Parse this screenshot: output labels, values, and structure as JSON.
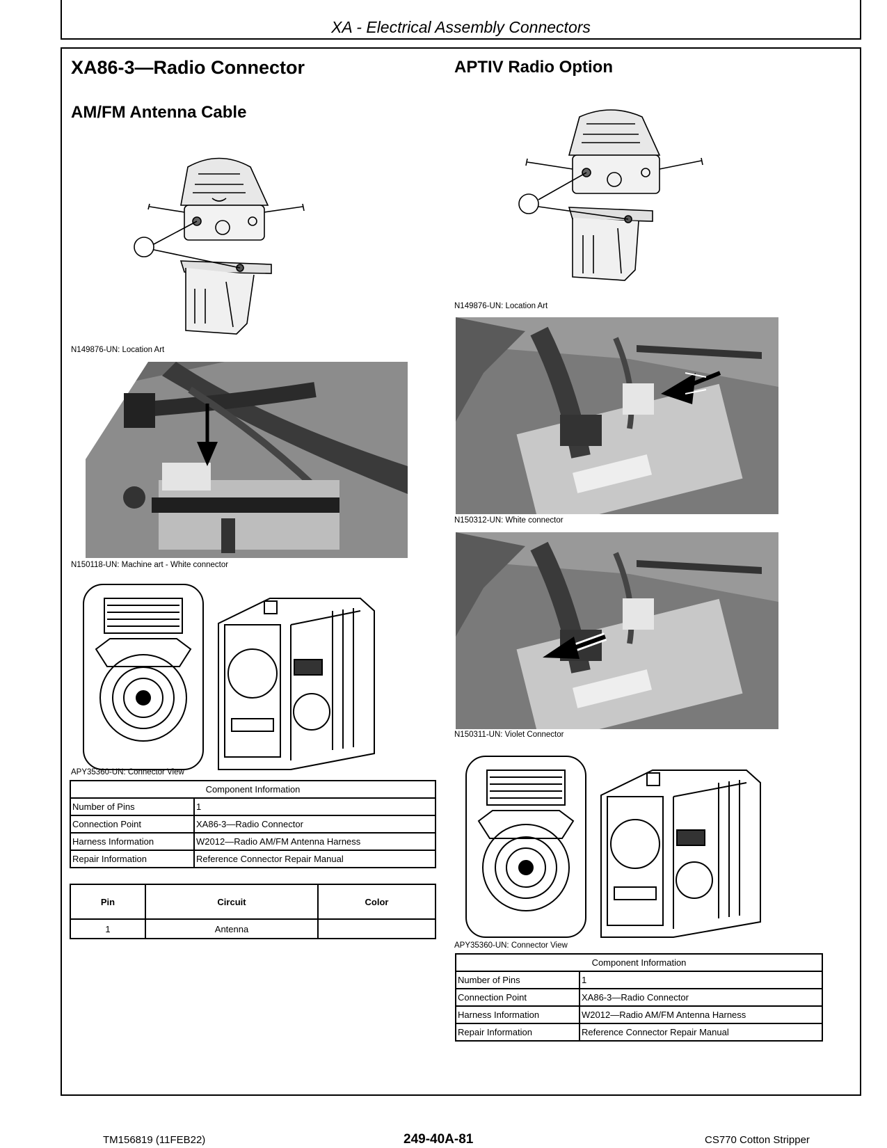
{
  "header": {
    "title": "XA - Electrical Assembly Connectors"
  },
  "left": {
    "heading": "XA86-3—Radio Connector",
    "subheading": "AM/FM Antenna Cable",
    "fig1_caption": "N149876-UN: Location Art",
    "fig2_caption": "N150118-UN: Machine art - White connector",
    "fig3_caption": "APY35360-UN: Connector View",
    "component_table": {
      "header": "Component Information",
      "rows": [
        {
          "label": "Number of Pins",
          "value": "1"
        },
        {
          "label": "Connection Point",
          "value": "XA86-3—Radio Connector"
        },
        {
          "label": "Harness Information",
          "value": "W2012—Radio AM/FM Antenna Harness"
        },
        {
          "label": "Repair Information",
          "value": "Reference Connector Repair Manual"
        }
      ]
    },
    "pin_table": {
      "headers": [
        "Pin",
        "Circuit",
        "Color"
      ],
      "rows": [
        {
          "pin": "1",
          "circuit": "Antenna",
          "color": ""
        }
      ]
    }
  },
  "right": {
    "heading": "APTIV Radio Option",
    "fig1_caption": "N149876-UN: Location Art",
    "fig2_caption": "N150312-UN: White connector",
    "fig3_caption": "N150311-UN: Violet Connector",
    "fig4_caption": "APY35360-UN: Connector View",
    "component_table": {
      "header": "Component Information",
      "rows": [
        {
          "label": "Number of Pins",
          "value": "1"
        },
        {
          "label": "Connection Point",
          "value": "XA86-3—Radio Connector"
        },
        {
          "label": "Harness Information",
          "value": "W2012—Radio AM/FM Antenna Harness"
        },
        {
          "label": "Repair Information",
          "value": "Reference Connector Repair Manual"
        }
      ]
    }
  },
  "footer": {
    "doc_id": "TM156819 (11FEB22)",
    "page_number": "249-40A-81",
    "machine": "CS770 Cotton Stripper"
  }
}
